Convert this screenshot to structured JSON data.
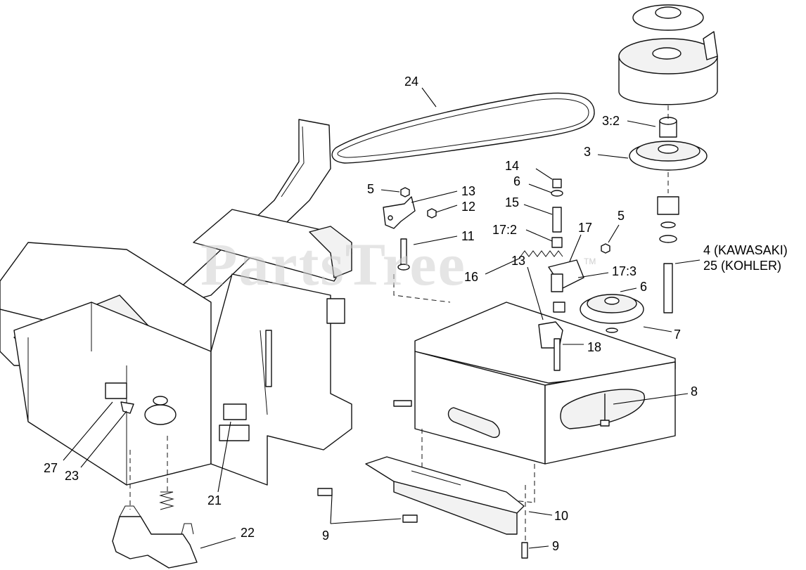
{
  "watermark": {
    "text": "PartsTree",
    "tm": "TM"
  },
  "callouts": {
    "c24": "24",
    "c14": "14",
    "c6a": "6",
    "c5a": "5",
    "c13a": "13",
    "c12": "12",
    "c15": "15",
    "c11": "11",
    "c17_2": "17:2",
    "c17": "17",
    "c5b": "5",
    "c16": "16",
    "c13b": "13",
    "c17_3": "17:3",
    "c6b": "6",
    "c7": "7",
    "c18": "18",
    "c8": "8",
    "c3_2": "3:2",
    "c3": "3",
    "c4": "4 (KAWASAKI)",
    "c25": "25 (KOHLER)",
    "c27": "27",
    "c23": "23",
    "c21": "21",
    "c22": "22",
    "c9a": "9",
    "c9b": "9",
    "c10": "10"
  }
}
